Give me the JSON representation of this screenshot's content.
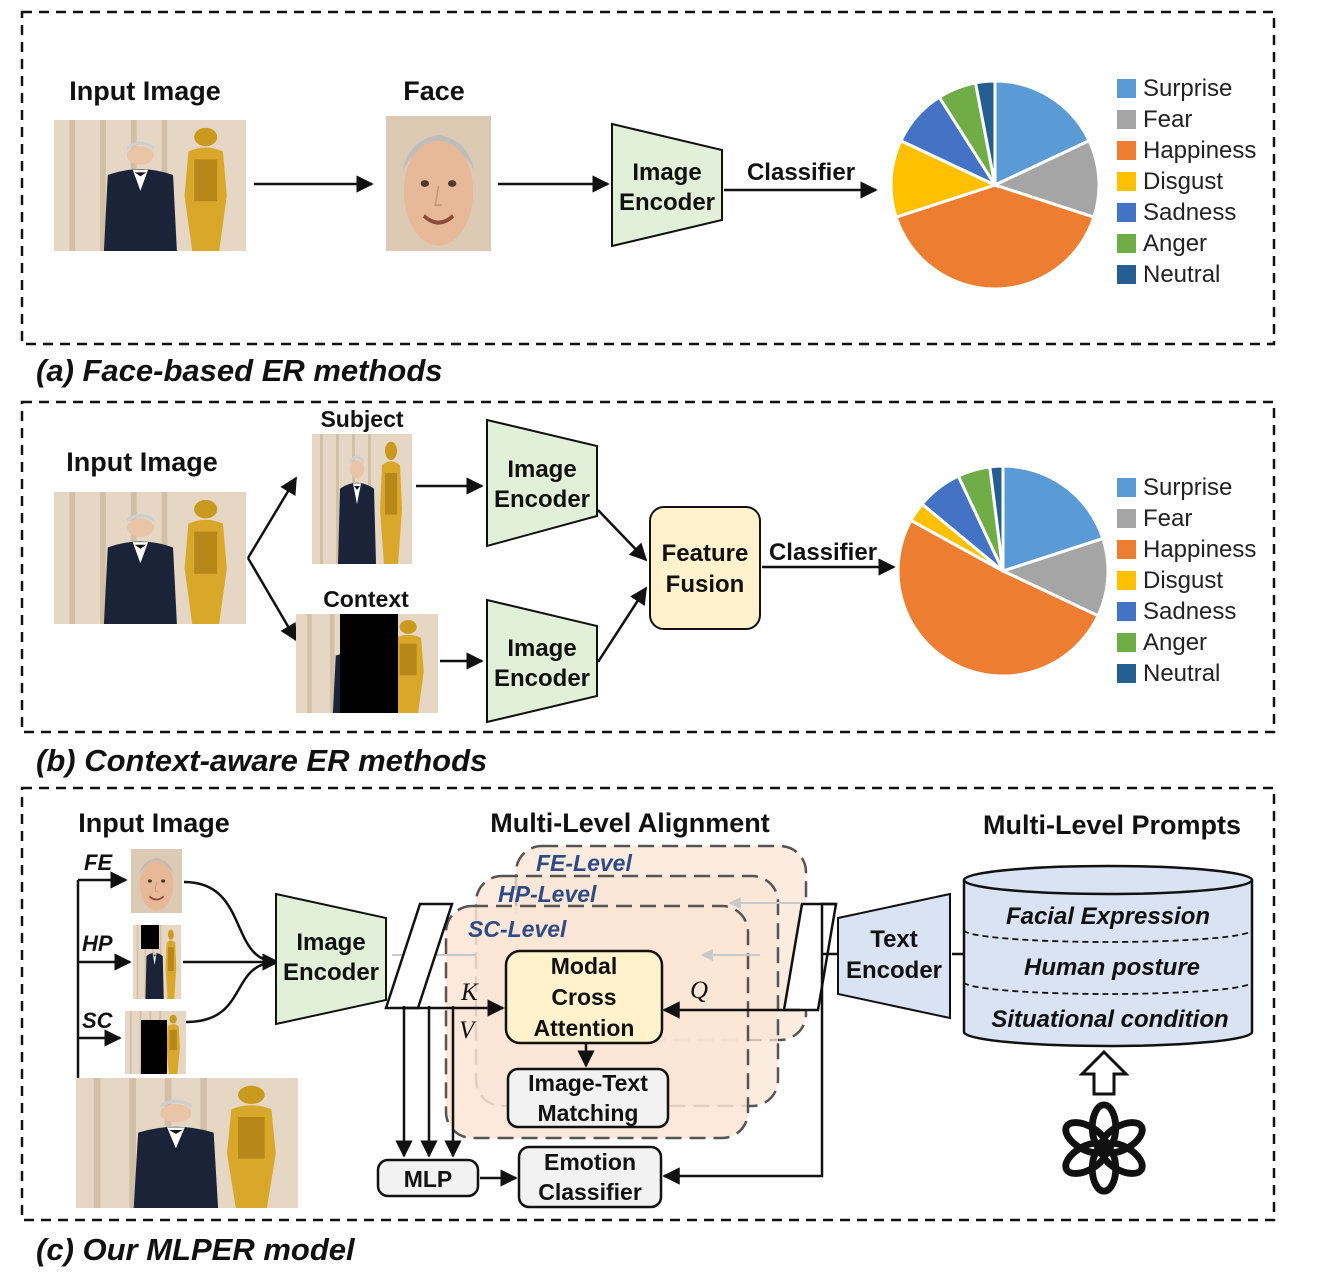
{
  "colors": {
    "surprise": "#5b9bd5",
    "fear": "#a5a5a5",
    "happiness": "#ed7d31",
    "disgust": "#ffc000",
    "sadness": "#4472c4",
    "anger": "#70ad47",
    "neutral": "#255e91",
    "encoder_fill": "#e2f0d9",
    "text_encoder_fill": "#dae3f3",
    "fusion_fill": "#fff2cc",
    "panel_fill": "#fbe5d6"
  },
  "legend_items": [
    "Surprise",
    "Fear",
    "Happiness",
    "Disgust",
    "Sadness",
    "Anger",
    "Neutral"
  ],
  "panel_a": {
    "input_label": "Input Image",
    "face_label": "Face",
    "encoder_line1": "Image",
    "encoder_line2": "Encoder",
    "classifier_label": "Classifier",
    "caption": "(a) Face-based ER methods"
  },
  "panel_b": {
    "input_label": "Input Image",
    "subject_label": "Subject",
    "context_label": "Context",
    "encoder_line1": "Image",
    "encoder_line2": "Encoder",
    "fusion_line1": "Feature",
    "fusion_line2": "Fusion",
    "classifier_label": "Classifier",
    "caption": "(b) Context-aware ER methods"
  },
  "panel_c": {
    "input_label": "Input Image",
    "fe_label": "FE",
    "hp_label": "HP",
    "sc_label": "SC",
    "encoder_line1": "Image",
    "encoder_line2": "Encoder",
    "alignment_title": "Multi-Level Alignment",
    "prompts_title": "Multi-Level Prompts",
    "fe_level": "FE-Level",
    "hp_level": "HP-Level",
    "sc_level": "SC-Level",
    "k_label": "K",
    "v_label": "V",
    "q_label": "Q",
    "attention_line1": "Modal",
    "attention_line2": "Cross",
    "attention_line3": "Attention",
    "itm_line1": "Image-Text",
    "itm_line2": "Matching",
    "mlp_label": "MLP",
    "emotion_line1": "Emotion",
    "emotion_line2": "Classifier",
    "text_encoder_line1": "Text",
    "text_encoder_line2": "Encoder",
    "prompt_1": "Facial Expression",
    "prompt_2": "Human posture",
    "prompt_3": "Situational condition",
    "caption": "(c) Our MLPER model"
  },
  "chart_data": [
    {
      "type": "pie",
      "categories": [
        "Surprise",
        "Fear",
        "Happiness",
        "Disgust",
        "Sadness",
        "Anger",
        "Neutral"
      ],
      "values": [
        18,
        12,
        40,
        12,
        9,
        6,
        3
      ]
    },
    {
      "type": "pie",
      "categories": [
        "Surprise",
        "Fear",
        "Happiness",
        "Disgust",
        "Sadness",
        "Anger",
        "Neutral"
      ],
      "values": [
        20,
        12,
        51,
        3,
        7,
        5,
        2
      ]
    }
  ]
}
